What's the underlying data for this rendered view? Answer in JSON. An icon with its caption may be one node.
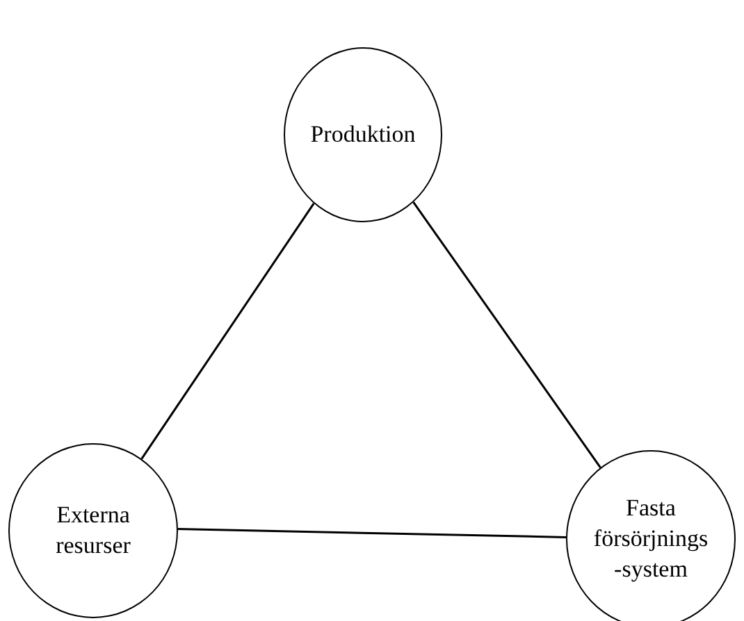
{
  "diagram": {
    "nodes": [
      {
        "text": [
          "Produktion"
        ]
      },
      {
        "text": [
          "Externa resurser"
        ]
      },
      {
        "text": [
          "Fasta försörjnings -system"
        ]
      }
    ],
    "edges": [
      {
        "from": 0,
        "to": 1,
        "arrow": "none"
      },
      {
        "from": 0,
        "to": 2,
        "arrow": "none"
      },
      {
        "from": 1,
        "to": 2,
        "arrow": "none"
      }
    ]
  }
}
